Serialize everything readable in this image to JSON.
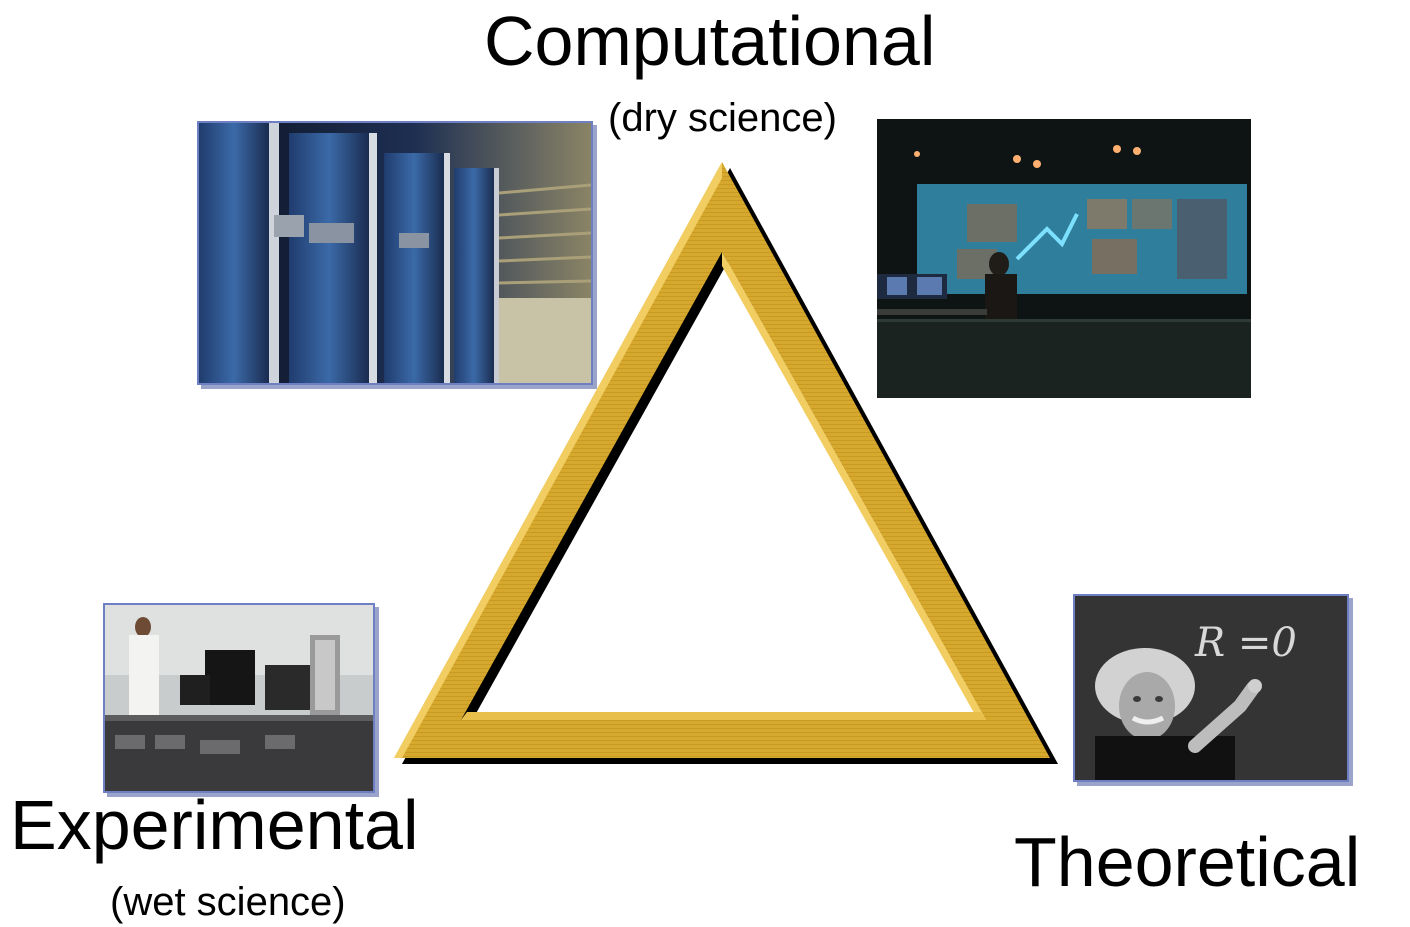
{
  "corners": {
    "top": {
      "title": "Computational",
      "subtitle": "(dry science)"
    },
    "bottom_left": {
      "title": "Experimental",
      "subtitle": "(wet science)"
    },
    "bottom_right": {
      "title": "Theoretical"
    }
  },
  "photo_equation": "R =0",
  "colors": {
    "triangle_gold": "#d6a92e",
    "triangle_highlight": "#f2cd62",
    "triangle_shadow": "#000000",
    "frame_blue": "#6f7fc4",
    "background": "#ffffff"
  }
}
